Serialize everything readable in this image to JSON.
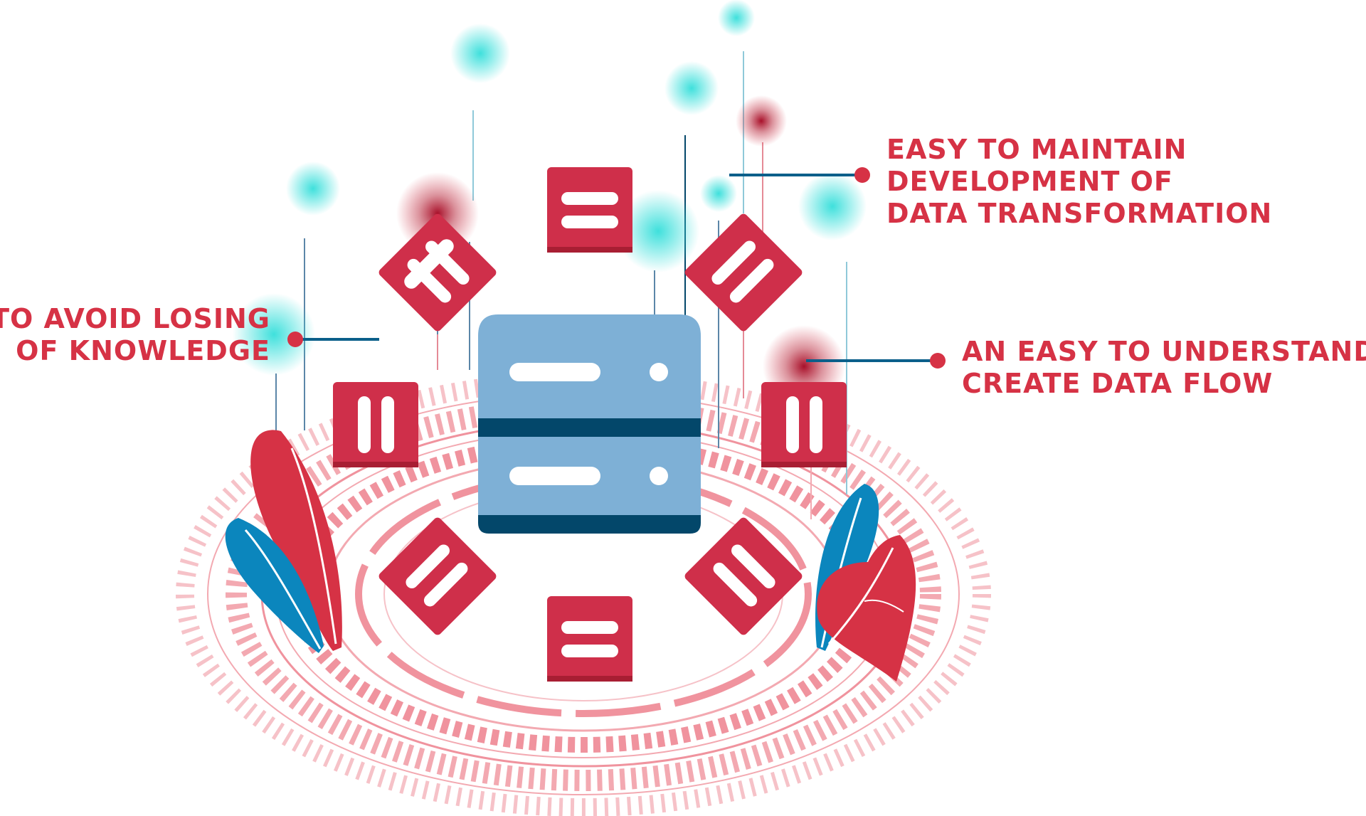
{
  "callouts": {
    "avoid": {
      "lines": [
        "TO AVOID LOSING",
        "OF KNOWLEDGE"
      ]
    },
    "maintain": {
      "lines": [
        "EASY TO MAINTAIN",
        "DEVELOPMENT OF",
        "DATA TRANSFORMATION"
      ]
    },
    "understand": {
      "lines": [
        "AN EASY TO UNDERSTAND",
        "CREATE DATA FLOW"
      ]
    }
  },
  "colors": {
    "accent_red": "#d63245",
    "server_blue": "#7eb0d6",
    "server_dark": "#03476a",
    "leaf_blue": "#0b86bd",
    "glow_cyan": "#3fe0dc",
    "glow_dark_red": "#a8102a",
    "ring_pink": "#f3a9b1"
  },
  "icons": [
    "server-icon",
    "module-icon",
    "leaf-icon",
    "glow-orb"
  ]
}
